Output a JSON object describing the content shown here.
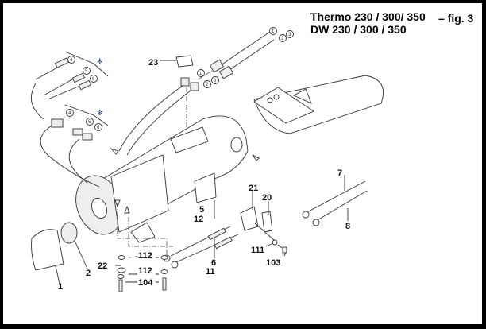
{
  "title": {
    "line1": "Thermo 230 / 300/ 350",
    "line2": "DW 230 / 300 / 350",
    "fig": "–  fig. 3"
  },
  "callouts": {
    "c1a": "1",
    "c2a": "2",
    "c3a": "3",
    "c1b": "1",
    "c2b": "2",
    "c3b": "3",
    "c4a": "4",
    "c5a": "5",
    "c6a": "6",
    "c4b": "4",
    "c5b": "5",
    "c6b": "6"
  },
  "symbols": {
    "variant_a": "✻",
    "variant_b": "✻"
  },
  "labels": {
    "p23": "23",
    "p5": "5",
    "p12": "12",
    "p21": "21",
    "p20": "20",
    "p7": "7",
    "p8": "8",
    "p111": "111",
    "p103": "103",
    "p6": "6",
    "p11": "11",
    "p112a": "112",
    "p112b": "112",
    "p22": "22",
    "p104": "104",
    "p1": "1",
    "p2": "2"
  }
}
